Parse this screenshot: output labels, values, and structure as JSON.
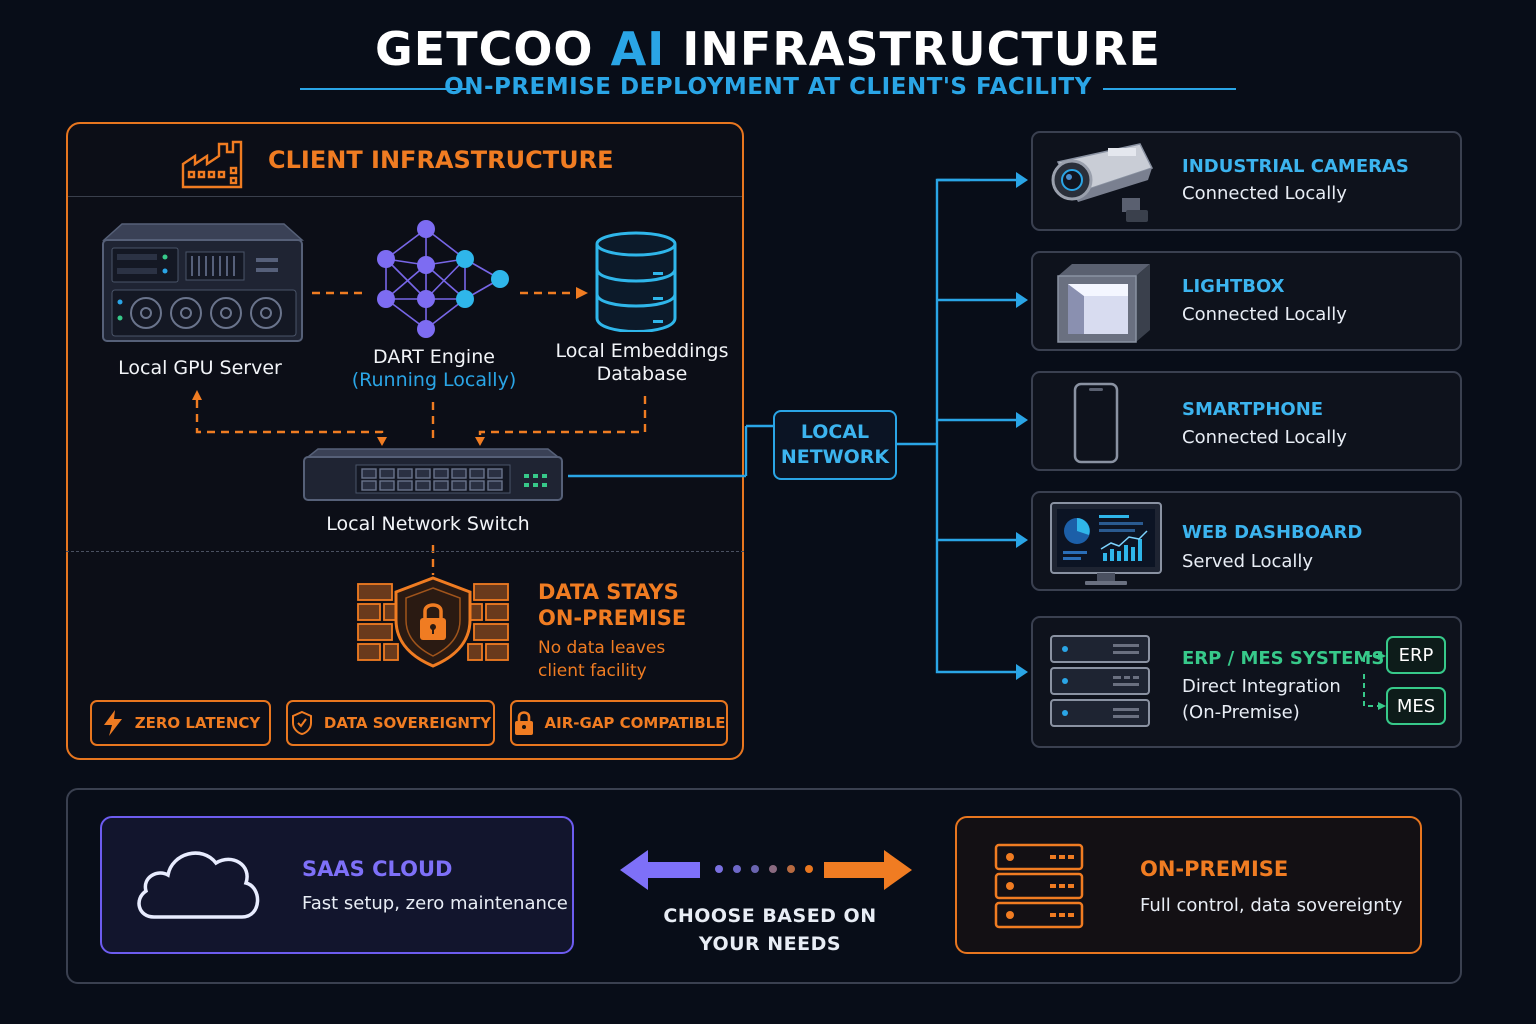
{
  "header": {
    "title_pre": "GETCOO",
    "title_accent": "AI",
    "title_post": "INFRASTRUCTURE",
    "subtitle": "ON-PREMISE DEPLOYMENT AT CLIENT'S FACILITY"
  },
  "client": {
    "title": "CLIENT INFRASTRUCTURE",
    "gpu_server": "Local GPU Server",
    "engine_name": "DART Engine",
    "engine_status": "(Running Locally)",
    "embeddings_line1": "Local Embeddings",
    "embeddings_line2": "Database",
    "switch": "Local Network Switch",
    "security_title_1": "DATA STAYS",
    "security_title_2": "ON-PREMISE",
    "security_text_1": "No data leaves",
    "security_text_2": "client facility",
    "badges": [
      "ZERO LATENCY",
      "DATA SOVEREIGNTY",
      "AIR-GAP COMPATIBLE"
    ]
  },
  "network": {
    "line1": "LOCAL",
    "line2": "NETWORK"
  },
  "devices": [
    {
      "title": "INDUSTRIAL CAMERAS",
      "subtitle": "Connected Locally"
    },
    {
      "title": "LIGHTBOX",
      "subtitle": "Connected Locally"
    },
    {
      "title": "SMARTPHONE",
      "subtitle": "Connected Locally"
    },
    {
      "title": "WEB DASHBOARD",
      "subtitle": "Served Locally"
    },
    {
      "title": "ERP / MES SYSTEMS",
      "subtitle": "Direct Integration",
      "subtitle2": "(On-Premise)"
    }
  ],
  "integrations": [
    "ERP",
    "MES"
  ],
  "options": {
    "saas_title": "SAAS CLOUD",
    "saas_text": "Fast setup, zero maintenance",
    "choose_1": "CHOOSE BASED ON",
    "choose_2": "YOUR NEEDS",
    "onprem_title": "ON-PREMISE",
    "onprem_text": "Full control, data sovereignty"
  },
  "colors": {
    "background": "#080d18",
    "orange": "#f07c22",
    "blue": "#2aa5e6",
    "green": "#37c98a",
    "purple": "#6d5cf0"
  }
}
